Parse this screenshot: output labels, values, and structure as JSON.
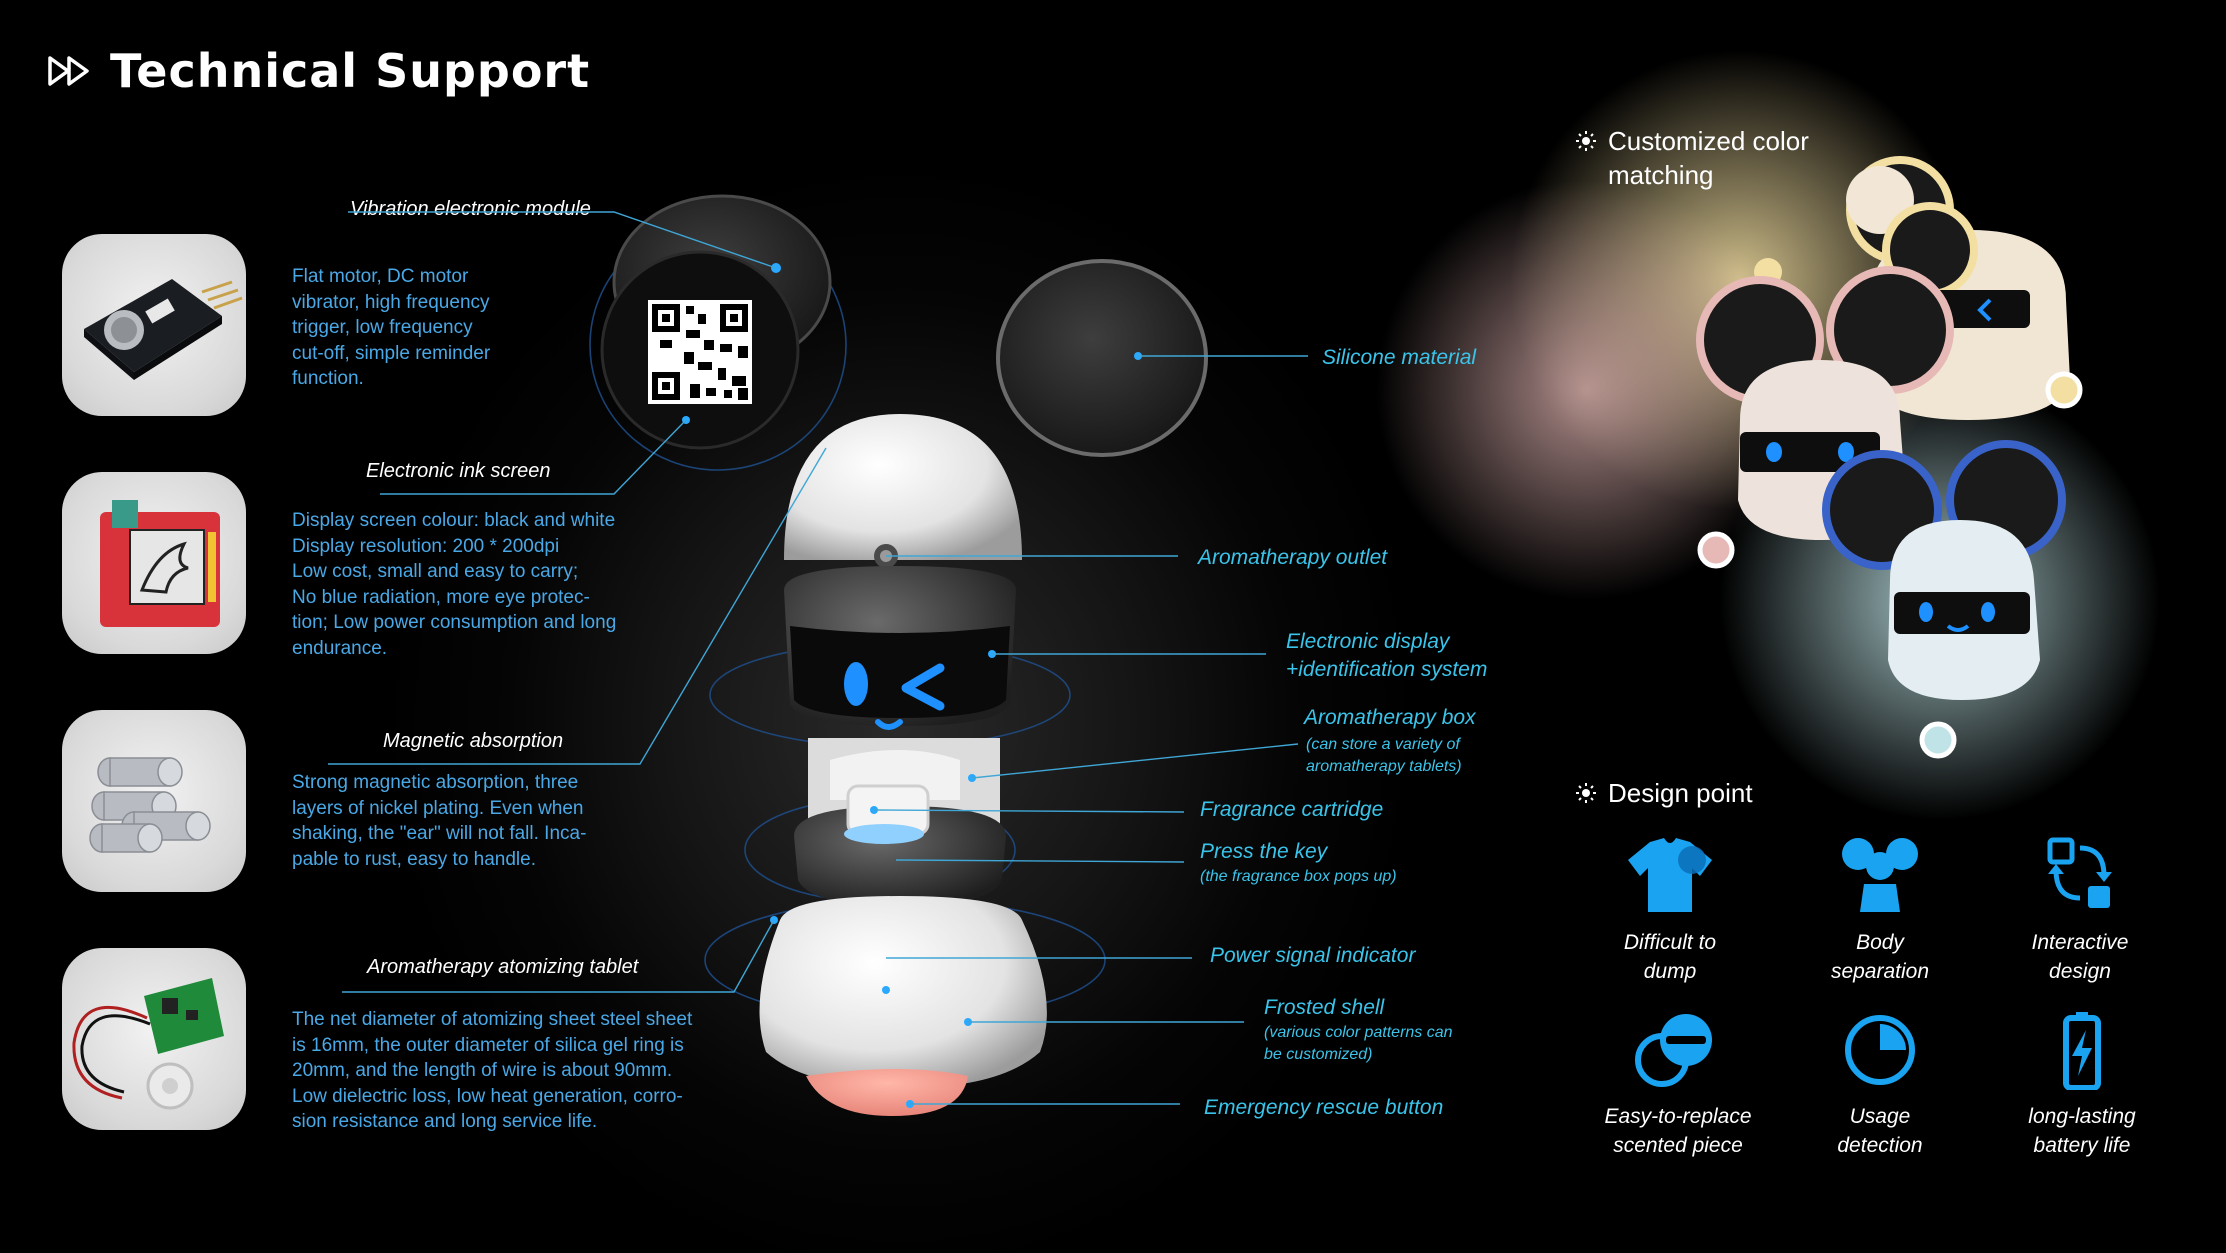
{
  "title": "Technical Support",
  "features": [
    {
      "title": "Vibration electronic module",
      "desc": [
        "Flat motor, DC motor",
        "vibrator, high frequency",
        "trigger, low frequency",
        "cut-off, simple reminder",
        "function."
      ]
    },
    {
      "title": "Electronic ink screen",
      "desc": [
        "Display screen colour: black and white",
        "Display resolution: 200 * 200dpi",
        "Low cost, small and easy to carry;",
        "No blue radiation, more eye protec-",
        "tion; Low power consumption and long",
        "endurance."
      ]
    },
    {
      "title": "Magnetic absorption",
      "desc": [
        "Strong magnetic absorption, three",
        "layers of nickel plating. Even when",
        "shaking, the \"ear\" will not fall. Inca-",
        "pable to rust, easy to handle."
      ]
    },
    {
      "title": "Aromatherapy atomizing tablet",
      "desc": [
        "The net diameter of atomizing sheet steel sheet",
        "is 16mm, the outer diameter of silica gel ring is",
        "20mm, and the length of wire is about 90mm.",
        "Low dielectric loss, low heat generation, corro-",
        "sion resistance and long service life."
      ]
    }
  ],
  "callouts": [
    {
      "label": "Silicone material",
      "sub": []
    },
    {
      "label": "Aromatherapy outlet",
      "sub": []
    },
    {
      "label": "Electronic display",
      "sub": []
    },
    {
      "label": "+identification system",
      "sub": []
    },
    {
      "label": "Aromatherapy box",
      "sub": [
        "(can store a variety of",
        "aromatherapy tablets)"
      ]
    },
    {
      "label": "Fragrance cartridge",
      "sub": []
    },
    {
      "label": "Press the key",
      "sub": [
        "(the fragrance box pops up)"
      ]
    },
    {
      "label": "Power signal indicator",
      "sub": []
    },
    {
      "label": "Frosted shell",
      "sub": [
        "(various color patterns can",
        "be customized)"
      ]
    },
    {
      "label": "Emergency rescue button",
      "sub": []
    }
  ],
  "color_section": {
    "title_lines": [
      "Customized color",
      "matching"
    ]
  },
  "design_section": {
    "title": "Design point"
  },
  "design_points": [
    {
      "icon": "shirt-icon",
      "lines": [
        "Difficult to",
        "dump"
      ]
    },
    {
      "icon": "mouse-body-icon",
      "lines": [
        "Body",
        "separation"
      ]
    },
    {
      "icon": "interaction-arrows-icon",
      "lines": [
        "Interactive",
        "design"
      ]
    },
    {
      "icon": "replace-circle-icon",
      "lines": [
        "Easy-to-replace",
        "scented piece"
      ]
    },
    {
      "icon": "pie-timer-icon",
      "lines": [
        "Usage",
        "detection"
      ]
    },
    {
      "icon": "battery-icon",
      "lines": [
        "long-lasting",
        "battery life"
      ]
    }
  ],
  "colors": {
    "accent": "#3bc4ea",
    "desc": "#4aa8e6",
    "icon": "#1aa3f0",
    "cream": "#f3dfa2",
    "pink": "#e6b9b6",
    "mint": "#bfe3e6"
  }
}
